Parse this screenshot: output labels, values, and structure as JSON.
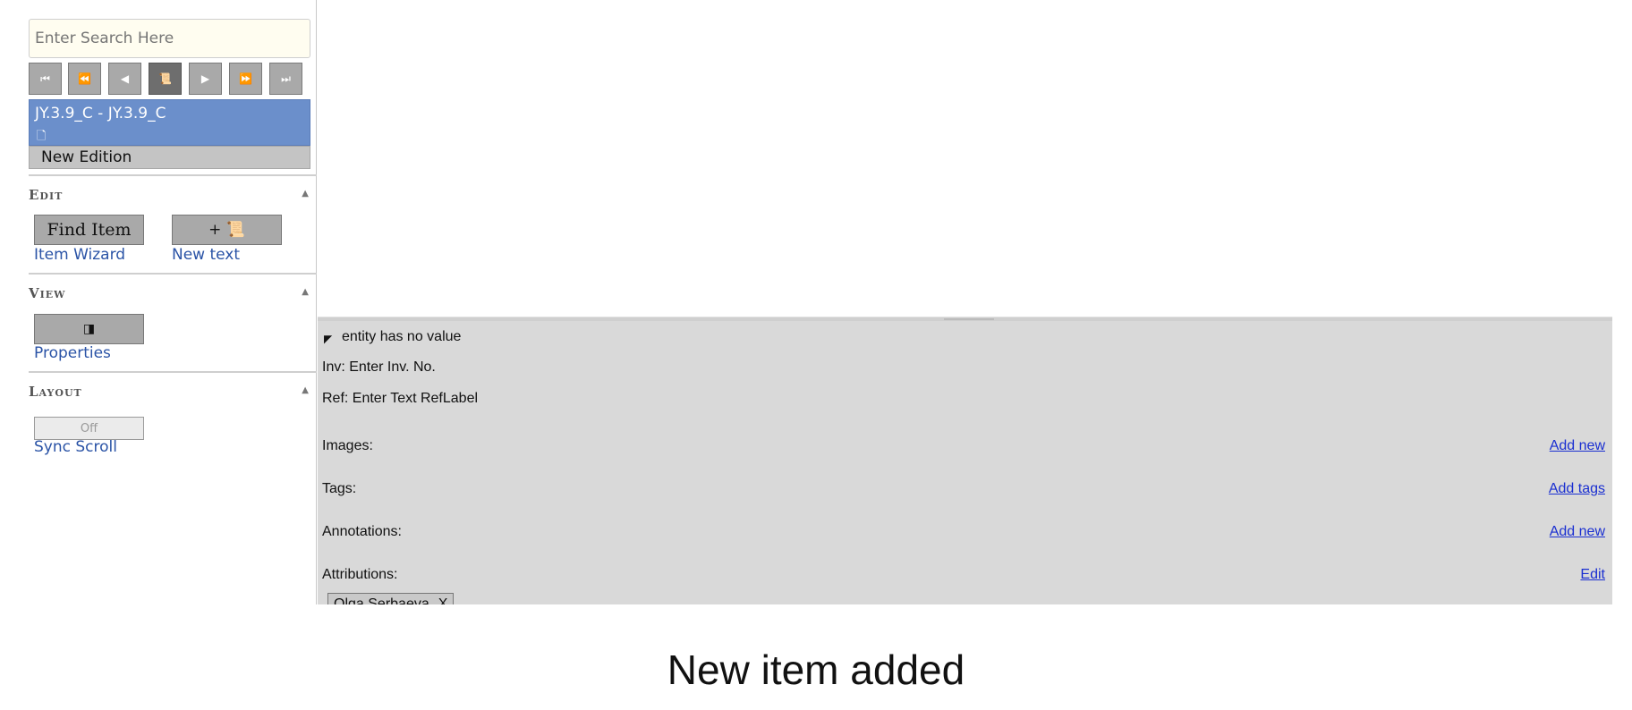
{
  "sidebar": {
    "search": {
      "placeholder": "Enter Search Here"
    },
    "nav_buttons": [
      {
        "icon": "first-icon",
        "glyph": "⏮"
      },
      {
        "icon": "rewind-icon",
        "glyph": "⏪"
      },
      {
        "icon": "prev-icon",
        "glyph": "◀"
      },
      {
        "icon": "text-icon",
        "glyph": "📜"
      },
      {
        "icon": "next-icon",
        "glyph": "▶"
      },
      {
        "icon": "fast-forward-icon",
        "glyph": "⏩"
      },
      {
        "icon": "last-icon",
        "glyph": "⏭"
      }
    ],
    "selected_item": {
      "label": "JY.3.9_C - JY.3.9_C",
      "icon": "document-icon"
    },
    "new_edition_label": "New Edition",
    "sections": {
      "edit": {
        "title": "Edit",
        "find_item_label": "Find Item",
        "find_item_link": "Item Wizard",
        "new_text_button_label": "+ 📜",
        "new_text_link": "New text"
      },
      "view": {
        "title": "View",
        "properties_button_icon": "panel-icon",
        "properties_link": "Properties"
      },
      "layout": {
        "title": "Layout",
        "sync_toggle_label": "Off",
        "sync_link": "Sync Scroll"
      }
    }
  },
  "properties": {
    "entity_text": "entity has no value",
    "inv": "Inv: Enter Inv. No.",
    "ref": "Ref: Enter Text RefLabel",
    "images_label": "Images:",
    "images_link": "Add new",
    "tags_label": "Tags:",
    "tags_link": "Add tags",
    "annotations_label": "Annotations:",
    "annotations_link": "Add new",
    "attributions_label": "Attributions:",
    "attributions_link": "Edit",
    "attribution_chip": "Olga Serbaeva",
    "attribution_remove": "X"
  },
  "caption": "New item added",
  "colors": {
    "selected_item_bg": "#6b8fcb",
    "link": "#2a53a6",
    "props_bg": "#d9d9d9",
    "props_link": "#1a2fd1"
  }
}
